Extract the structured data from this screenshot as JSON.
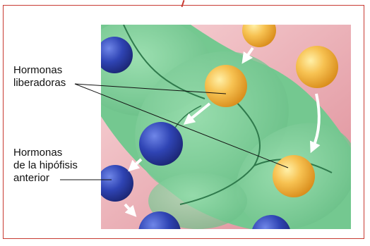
{
  "labels": {
    "releasing_hormones": {
      "line1": "Hormonas",
      "line2": "liberadoras"
    },
    "anterior_hormones": {
      "line1": "Hormonas",
      "line2": "de la hipófisis",
      "line3": "anterior"
    }
  },
  "colors": {
    "frame_border": "#c83a32",
    "tissue_green": "#7fcf9a",
    "vessel_pink": "#eab3b9",
    "releasing_hormone_yellow": "#f4b43c",
    "anterior_hormone_blue": "#2d3d9e"
  }
}
